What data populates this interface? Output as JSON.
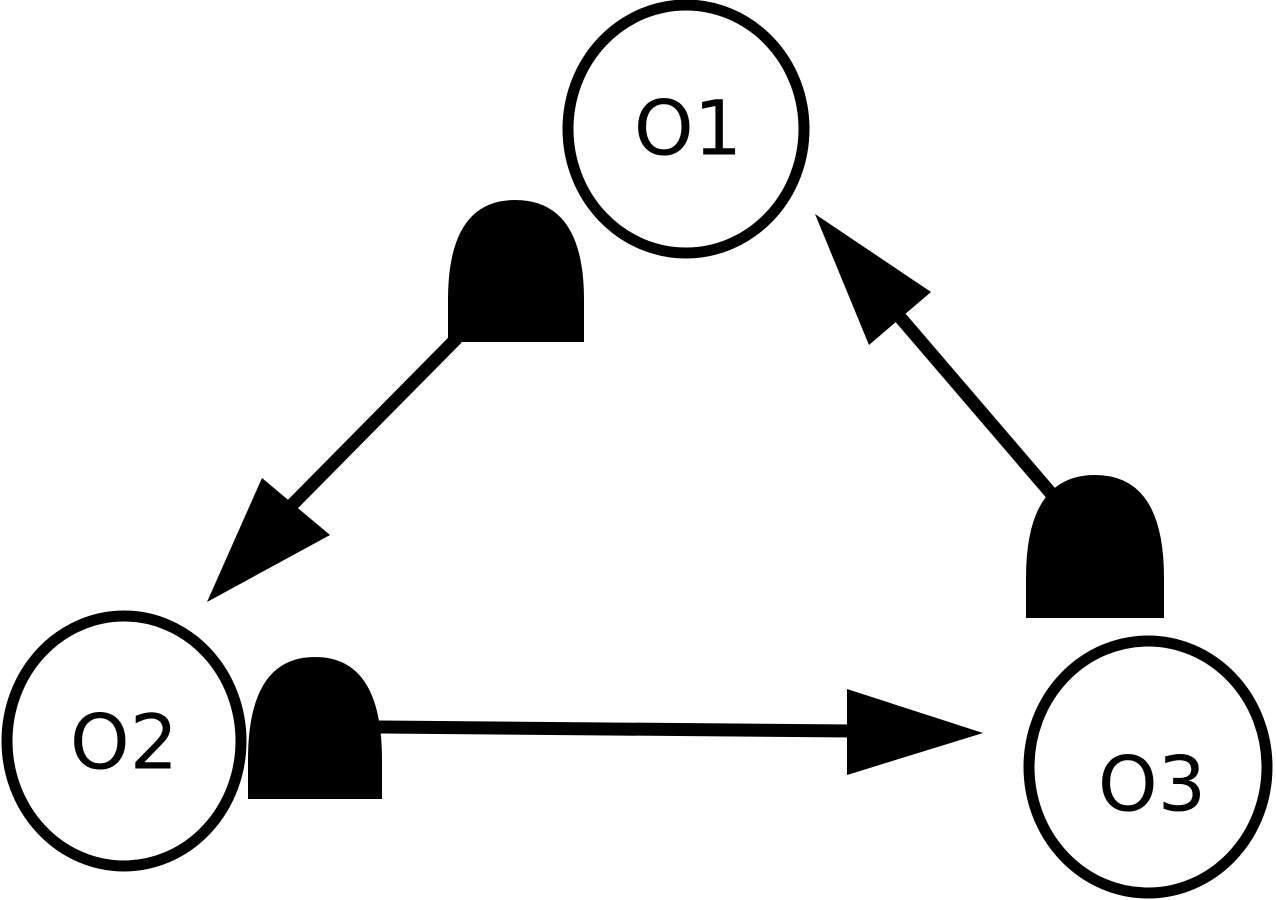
{
  "nodes": {
    "o1": {
      "label": "O1"
    },
    "o2": {
      "label": "O2"
    },
    "o3": {
      "label": "O3"
    }
  },
  "edges": [
    {
      "from": "O1",
      "to": "O2",
      "marker": "blocker-at-source",
      "head": "arrow"
    },
    {
      "from": "O2",
      "to": "O3",
      "marker": "blocker-at-source",
      "head": "arrow"
    },
    {
      "from": "O3",
      "to": "O1",
      "marker": "blocker-at-source",
      "head": "arrow"
    }
  ],
  "colors": {
    "stroke": "#000000",
    "fill": "#000000",
    "background": "#ffffff"
  }
}
